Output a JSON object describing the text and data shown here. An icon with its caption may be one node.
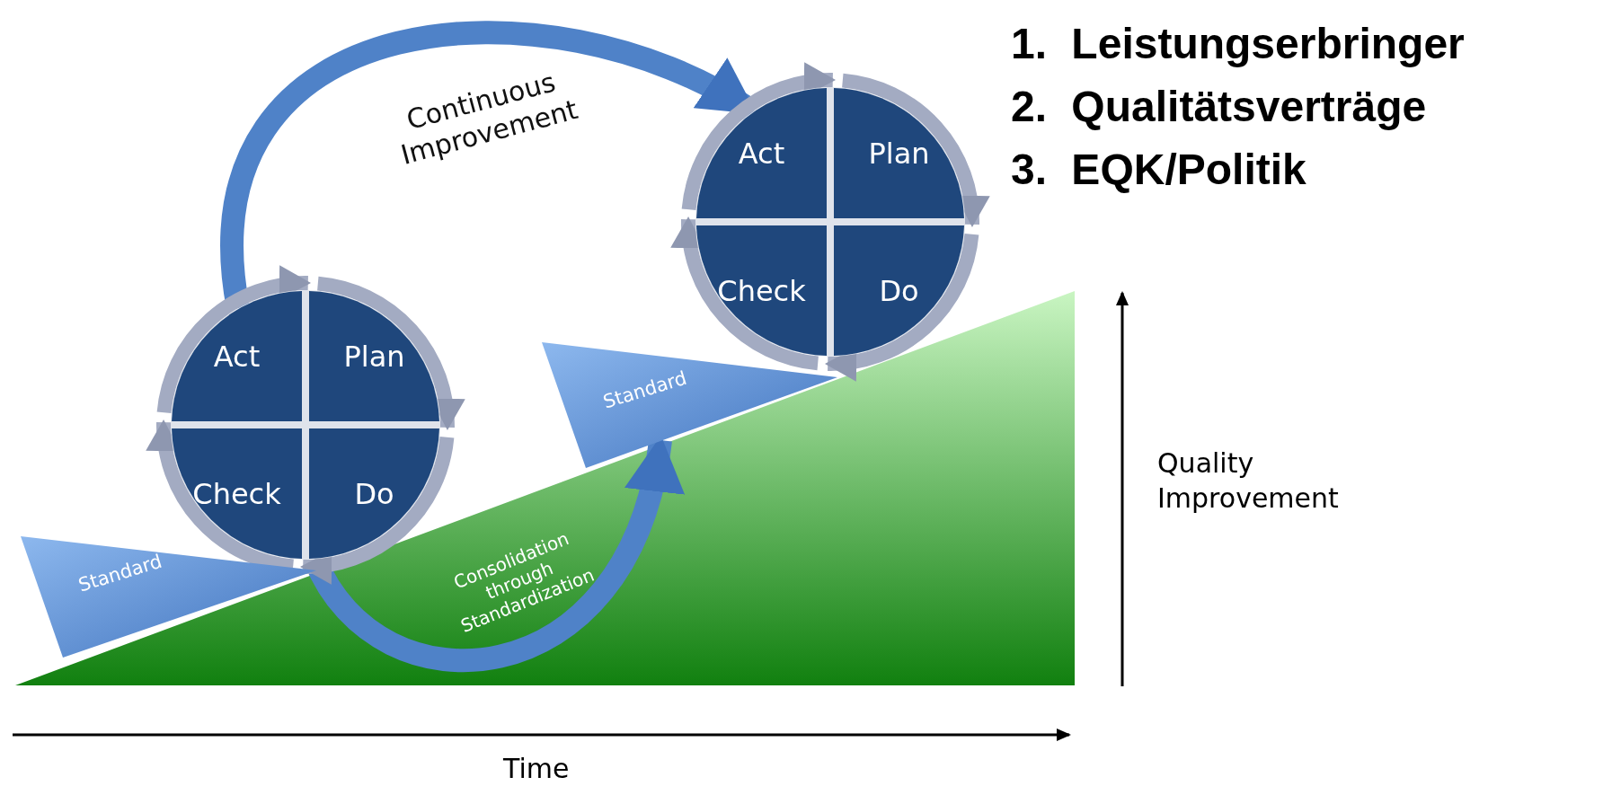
{
  "diagram": {
    "nodes": [
      {
        "text": [],
        "shape": "circle"
      },
      {
        "text": [
          "Act"
        ],
        "in": 0
      },
      {
        "text": [
          "Plan"
        ],
        "in": 0
      },
      {
        "text": [
          "Check"
        ],
        "in": 0
      },
      {
        "text": [
          "Do"
        ],
        "in": 0
      },
      {
        "text": [],
        "shape": "circle"
      },
      {
        "text": [
          "Act"
        ],
        "in": 5
      },
      {
        "text": [
          "Plan"
        ],
        "in": 5
      },
      {
        "text": [
          "Check"
        ],
        "in": 5
      },
      {
        "text": [
          "Do"
        ],
        "in": 5
      },
      {
        "text": [
          "Standard"
        ]
      },
      {
        "text": [
          "Standard"
        ]
      }
    ],
    "edges": [
      {
        "from": 0,
        "to": 5,
        "arrow": "to",
        "label": "Continuous Improvement"
      },
      {
        "from": 0,
        "to": 11,
        "arrow": "to",
        "label": "Consolidation through Standardization"
      },
      {
        "from": 1,
        "to": 2,
        "arrow": "to"
      },
      {
        "from": 2,
        "to": 4,
        "arrow": "to"
      },
      {
        "from": 4,
        "to": 3,
        "arrow": "to"
      },
      {
        "from": 3,
        "to": 1,
        "arrow": "to"
      },
      {
        "from": 6,
        "to": 7,
        "arrow": "to"
      },
      {
        "from": 7,
        "to": 9,
        "arrow": "to"
      },
      {
        "from": 9,
        "to": 8,
        "arrow": "to"
      },
      {
        "from": 8,
        "to": 6,
        "arrow": "to"
      }
    ],
    "labels": [
      "1. Leistungserbringer",
      "2. Qualitätsverträge",
      "3. EQK/Politik",
      "Quality Improvement",
      "Time"
    ]
  }
}
